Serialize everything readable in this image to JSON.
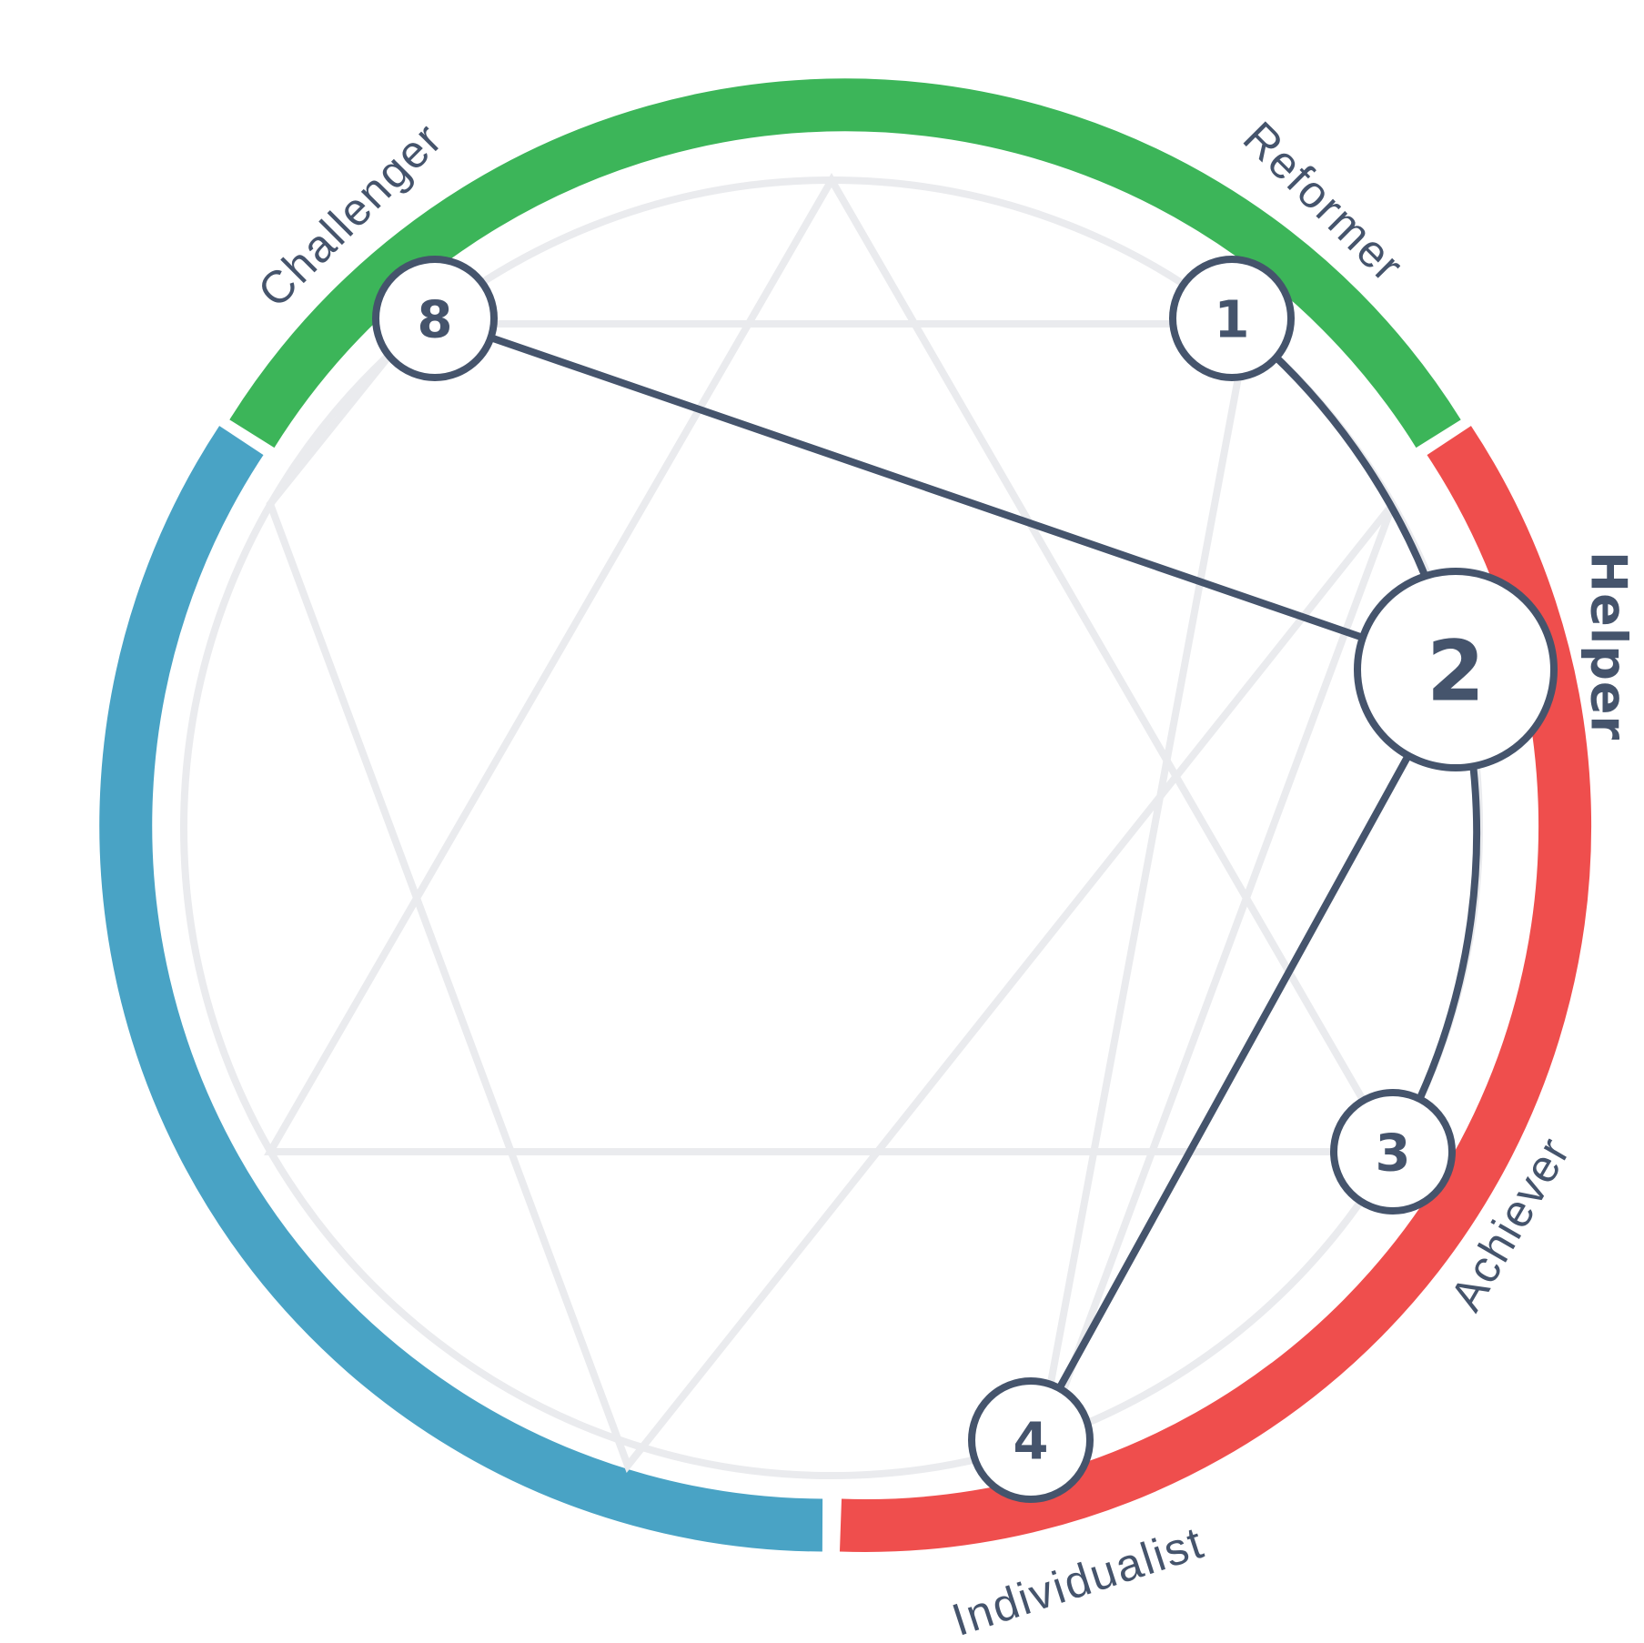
{
  "diagram": {
    "colors": {
      "gut_center": "#3cb559",
      "heart_center": "#ef4e4d",
      "head_center": "#49a3c5",
      "ink": "#45546c",
      "faint_lines": "#eaebee"
    },
    "types": [
      {
        "id": "1",
        "number": "1",
        "name": "Reformer"
      },
      {
        "id": "2",
        "number": "2",
        "name": "Helper"
      },
      {
        "id": "3",
        "number": "3",
        "name": "Achiever"
      },
      {
        "id": "4",
        "number": "4",
        "name": "Individualist"
      },
      {
        "id": "8",
        "number": "8",
        "name": "Challenger"
      }
    ],
    "highlighted_type": "2",
    "connected_types": [
      "1",
      "3",
      "4",
      "8"
    ]
  }
}
